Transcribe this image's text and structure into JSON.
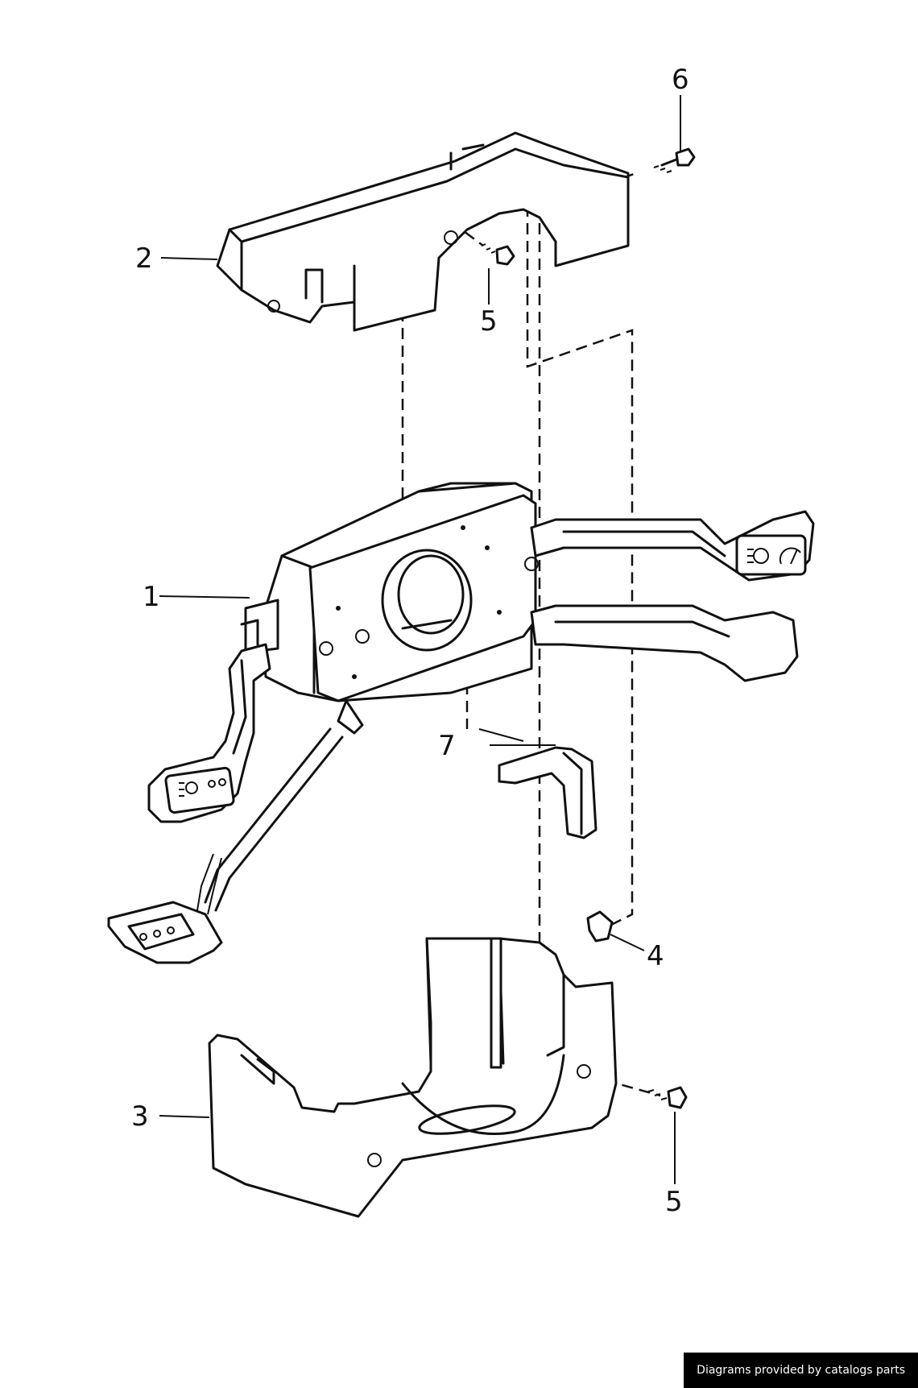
{
  "callouts": {
    "c1": "1",
    "c2": "2",
    "c3": "3",
    "c4": "4",
    "c5a": "5",
    "c5b": "5",
    "c6": "6",
    "c7": "7"
  },
  "credit": "Diagrams provided by catalogs parts",
  "icons": [
    "headlight-icon",
    "wiper-icon",
    "parking-light-icon"
  ]
}
